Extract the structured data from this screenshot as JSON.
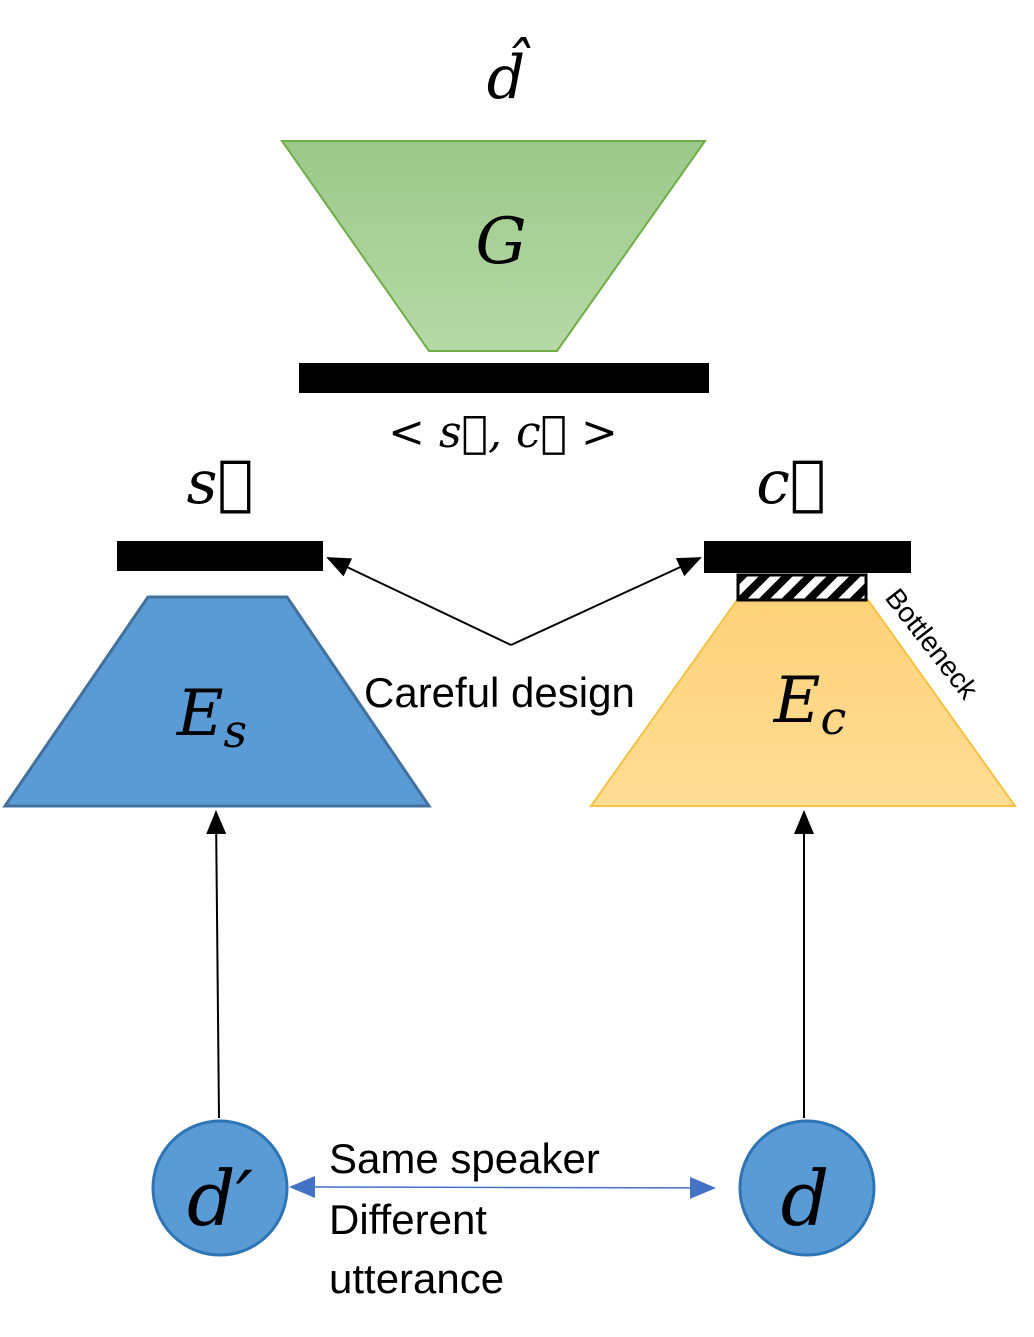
{
  "generator": {
    "output_symbol": "d̂",
    "label": "G",
    "input_label": "< s⃗, c⃗ >"
  },
  "speaker_encoder": {
    "label_main": "E",
    "label_sub": "s",
    "embedding_symbol": "s⃗"
  },
  "content_encoder": {
    "label_main": "E",
    "label_sub": "c",
    "embedding_symbol": "c⃗",
    "bottleneck_label": "Bottleneck"
  },
  "annotation": {
    "careful_design": "Careful design"
  },
  "inputs": {
    "left_symbol": "d′",
    "right_symbol": "d",
    "relation_line1": "Same speaker",
    "relation_line2": "Different",
    "relation_line3": "utterance"
  },
  "colors": {
    "generator_top": "#9bc98a",
    "generator_bottom": "#b6d9a7",
    "generator_border": "#70ad47",
    "speaker_fill": "#5b9bd5",
    "speaker_border": "#41719c",
    "content_top": "#ffd27a",
    "content_bottom": "#ffdc95",
    "content_border": "#f5c242",
    "circle_fill": "#5b9bd5",
    "circle_border": "#2e75b6",
    "relation_arrow": "#4472c4",
    "arrow": "#000000"
  }
}
